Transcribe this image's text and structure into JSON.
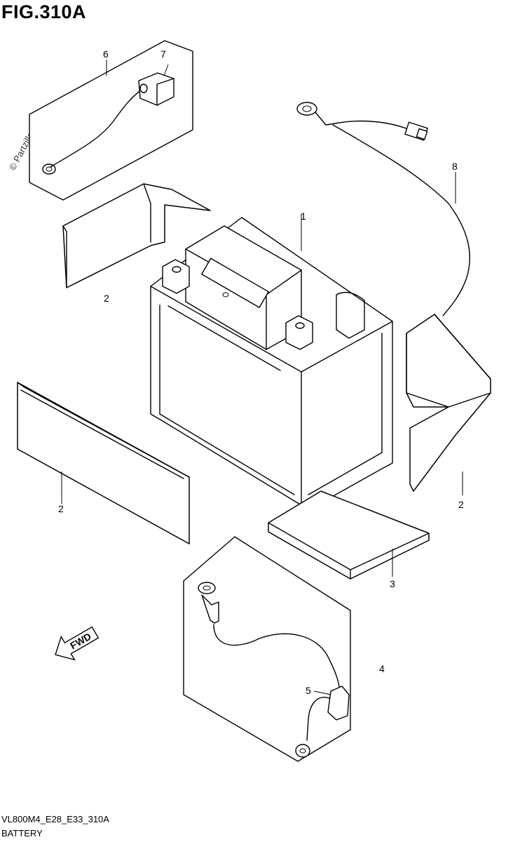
{
  "figure": {
    "title": "FIG.310A"
  },
  "watermark": "© Partzilla.com",
  "callouts": {
    "c1": "1",
    "c2a": "2",
    "c2b": "2",
    "c2c": "2",
    "c3": "3",
    "c4": "4",
    "c5": "5",
    "c6": "6",
    "c7": "7",
    "c8": "8"
  },
  "direction_badge": "FWD",
  "footer": {
    "code": "VL800M4_E28_E33_310A",
    "caption": "BATTERY"
  }
}
